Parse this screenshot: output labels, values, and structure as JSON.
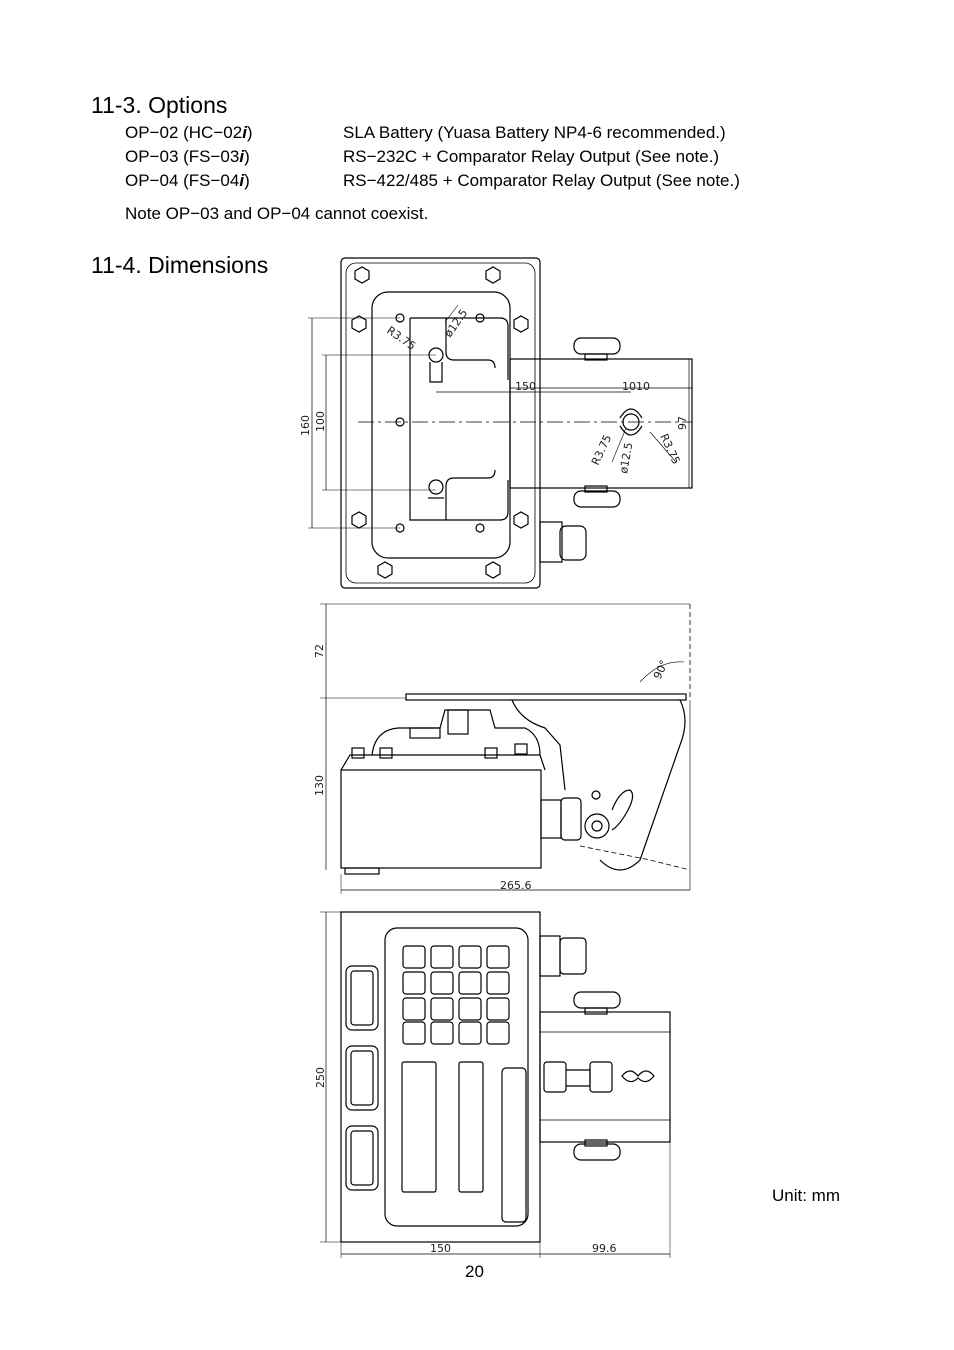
{
  "section_options": {
    "heading": "11-3. Options",
    "items": [
      {
        "code": "OP−02 (HC−02",
        "suffix": "i",
        "close": ")",
        "desc": "SLA Battery (Yuasa Battery NP4-6 recommended.)"
      },
      {
        "code": "OP−03 (FS−03",
        "suffix": "i",
        "close": ")",
        "desc": "RS−232C + Comparator Relay Output (See note.)"
      },
      {
        "code": "OP−04 (FS−04",
        "suffix": "i",
        "close": ")",
        "desc": "RS−422/485 + Comparator Relay Output (See note.)"
      }
    ],
    "note": "Note  OP−03 and OP−04 cannot coexist."
  },
  "section_dimensions": {
    "heading": "11-4. Dimensions",
    "top_view": {
      "dims": [
        "160",
        "100",
        "150",
        "10",
        "10",
        "97",
        "R3.75",
        "ø12.5",
        "R3.75",
        "ø12.5",
        "R3.75"
      ]
    },
    "side_view": {
      "dims": [
        "72",
        "130",
        "265.6",
        "90°"
      ]
    },
    "front_view": {
      "dims": [
        "250",
        "150",
        "99.6"
      ]
    },
    "unit_label": "Unit: mm"
  },
  "page_number": "20"
}
